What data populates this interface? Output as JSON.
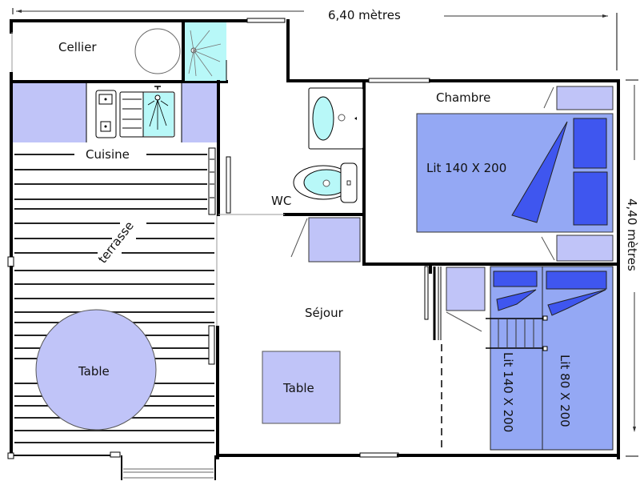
{
  "plan": {
    "dimensions": {
      "width_label": "6,40 mètres",
      "height_label": "4,40 mètres"
    },
    "rooms": {
      "cellier": "Cellier",
      "cuisine": "Cuisine",
      "terrasse": "terrasse",
      "wc": "WC",
      "chambre": "Chambre",
      "sejour": "Séjour"
    },
    "furniture": {
      "terrace_table": "Table",
      "living_table": "Table",
      "double_bed": "Lit 140 X 200",
      "bunk_lower": "Lit 140 X 200",
      "bunk_upper": "Lit 80 X 200"
    },
    "colors": {
      "wall": "#000000",
      "furniture_lavender": "#c0c4f8",
      "bed_blue": "#94a8f4",
      "pillow_blue": "#3f56ef",
      "water_cyan": "#b8f8f8",
      "background": "#ffffff"
    }
  }
}
